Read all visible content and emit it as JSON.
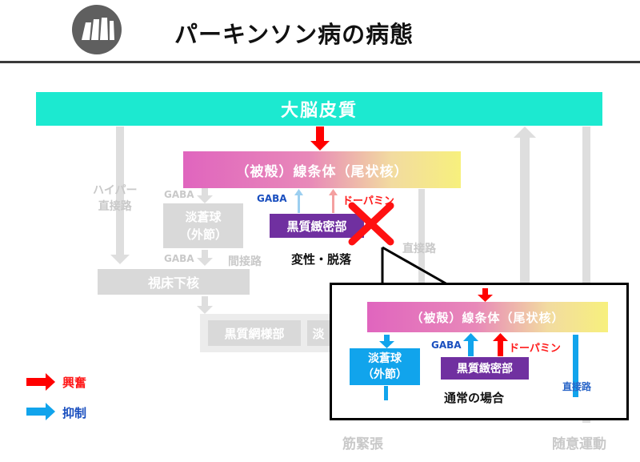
{
  "title": "パーキンソン病の病態",
  "logo_icon": "wall-icon",
  "colors": {
    "excite": "#ff0000",
    "inhibit": "#11a4ec",
    "cortex": "#1ce9d0",
    "substantia_nigra": "#7030a0"
  },
  "main": {
    "cortex": "大脳皮質",
    "striatum": "（被殻）線条体（尾状核）",
    "gp_external": [
      "淡蒼球",
      "（外節）"
    ],
    "thalamus": "視床下核",
    "reticular": "黒質網様部",
    "reticular_cut": "淡",
    "substantia_nigra": "黒質緻密部",
    "hyper_direct": [
      "ハイパー",
      "直接路"
    ],
    "gaba_1": "GABA",
    "gaba_2": "GABA",
    "gaba_blue": "GABA",
    "dopamine": "ドーパミン",
    "indirect": "間接路",
    "direct": "直接路",
    "degeneration": "変性・脱落",
    "muscle_tension": "筋緊張",
    "voluntary_movement": "随意運動"
  },
  "legend": {
    "excite": "興奮",
    "inhibit": "抑制"
  },
  "inset": {
    "striatum": "（被殻）線条体（尾状核）",
    "gp_external": [
      "淡蒼球",
      "（外節）"
    ],
    "gaba": "GABA",
    "dopamine": "ドーパミン",
    "substantia_nigra": "黒質緻密部",
    "direct": "直接路",
    "caption": "通常の場合"
  }
}
